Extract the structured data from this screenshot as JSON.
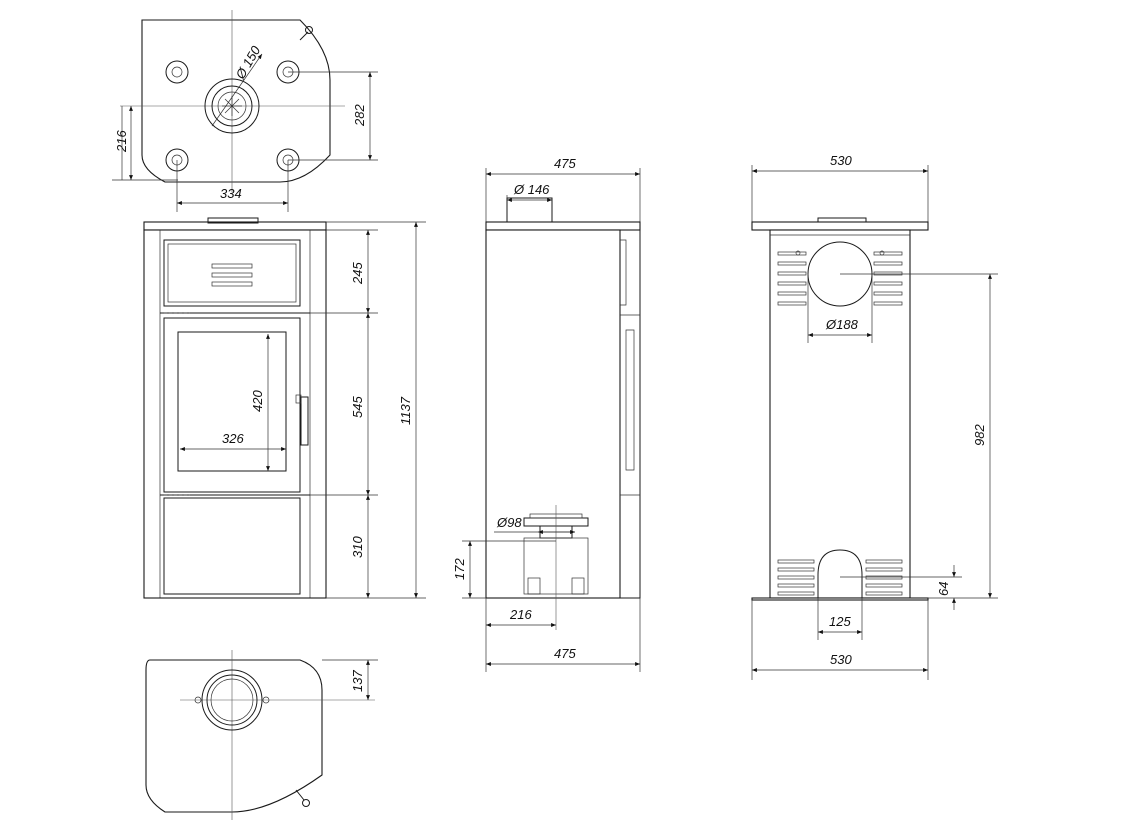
{
  "drawing": {
    "top_view": {
      "flue_diameter": "Ø 150",
      "dim_vertical_left": "216",
      "dim_vertical_right": "282",
      "dim_horizontal": "334"
    },
    "front_view": {
      "dim_drawer": "245",
      "dim_door": "545",
      "dim_base": "310",
      "dim_total_height": "1137",
      "glass_height": "420",
      "glass_width": "326"
    },
    "side_view": {
      "dim_top_depth": "475",
      "flue_diameter": "Ø 146",
      "air_inlet_diameter": "Ø98",
      "air_inlet_height": "172",
      "air_inlet_offset": "216",
      "dim_bottom_depth": "475"
    },
    "rear_view": {
      "dim_top_width": "530",
      "flue_diameter": "Ø188",
      "flue_height": "982",
      "dim_inlet_height": "64",
      "dim_inlet_width": "125",
      "dim_bottom_width": "530"
    },
    "bottom_view": {
      "dim_offset": "137"
    }
  }
}
